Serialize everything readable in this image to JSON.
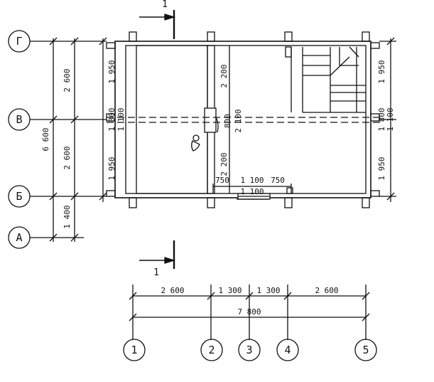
{
  "axes_letters": [
    "Г",
    "В",
    "Б",
    "А"
  ],
  "axes_numbers": [
    "1",
    "2",
    "3",
    "4",
    "5"
  ],
  "section_marks": {
    "top": "1",
    "bottom": "1"
  },
  "left_chain": {
    "total": "6 600",
    "outer": [
      "2 600",
      "2 600",
      "1 400"
    ],
    "inner_left": [
      "1 950",
      "1 300",
      "1 950"
    ],
    "inner_right": [
      "1 950",
      "1 800",
      "1 950"
    ],
    "small_left": "1 100",
    "small_right": "1 100"
  },
  "interior_dims": {
    "upper_height": "2 200",
    "lower_height": "2 200",
    "door_left": "800",
    "door_right": "2 100",
    "bottom_row": [
      "750",
      "1 100",
      "750"
    ],
    "bottom_below": "1 100"
  },
  "bottom_chain": {
    "segments": [
      "2 600",
      "1 300",
      "1 300",
      "2 600"
    ],
    "total": "7 800"
  },
  "colors": {
    "line": "#111111",
    "background": "#ffffff"
  }
}
